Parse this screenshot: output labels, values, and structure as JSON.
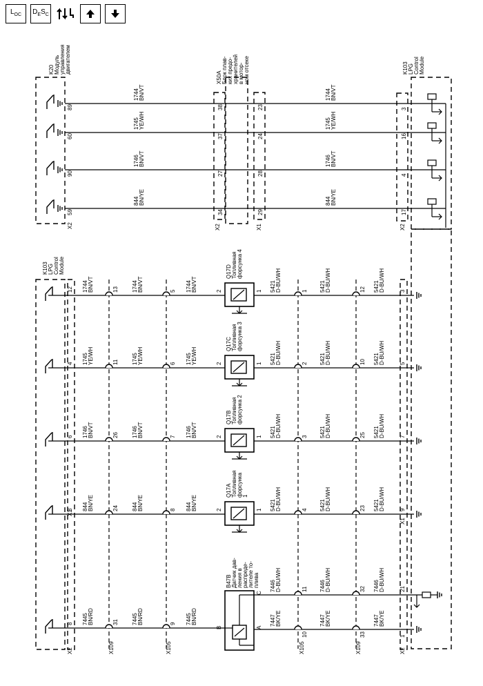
{
  "toolbar": {
    "loc_main": "L",
    "loc_sub": "OC",
    "desc_main": "D",
    "desc_sub_e": "E",
    "desc_s": "S",
    "desc_sub_c": "C"
  },
  "top": {
    "ecm": {
      "id": "K20",
      "lines": [
        "Модуль",
        "управления",
        "двигателем"
      ]
    },
    "fuse": {
      "id": "X50A",
      "lines": [
        "Блок плав-",
        "ких предо-",
        "хранителей",
        "в мотор-",
        "ном отсеке"
      ]
    },
    "lpg": {
      "id": "K103",
      "lines": [
        "LPG",
        "Control",
        "Module"
      ]
    },
    "connectors": {
      "left": "X2",
      "mid_a": "X2",
      "mid_b": "X1",
      "right": "X2"
    },
    "circuits": [
      {
        "pin_ecm": "89",
        "pin_fa": "38",
        "pin_fb": "23",
        "pin_lpg": "3",
        "num": "1744",
        "color": "BN/VT"
      },
      {
        "pin_ecm": "60",
        "pin_fa": "37",
        "pin_fb": "24",
        "pin_lpg": "16",
        "num": "1745",
        "color": "YE/WH"
      },
      {
        "pin_ecm": "90",
        "pin_fa": "27",
        "pin_fb": "28",
        "pin_lpg": "4",
        "num": "1746",
        "color": "BN/VT"
      },
      {
        "pin_ecm": "59",
        "pin_fa": "34",
        "pin_fb": "29",
        "pin_lpg": "17",
        "num": "844",
        "color": "BN/YE"
      }
    ]
  },
  "bottom": {
    "lpg": {
      "id": "K103",
      "lines": [
        "LPG",
        "Control",
        "Module"
      ]
    },
    "row_connectors": {
      "x109": "X109",
      "x105": "X105"
    },
    "x_labels": {
      "x1": "X1",
      "x2": "X2"
    },
    "sensor": {
      "id": "B47B",
      "lines": [
        "Датчик дав-",
        "ления в",
        "распреде-",
        "лителе то-",
        "плива"
      ],
      "pins": {
        "b": "B",
        "a": "A",
        "c": "C"
      }
    },
    "ground_wire": {
      "num": "5421",
      "color": "D-BU/WH"
    },
    "injectors": [
      {
        "id": "Q17D",
        "lines": [
          "Топливная",
          "форсунка 4"
        ],
        "pin_lpg": "12",
        "pin_x109": "13",
        "pin_x105": "5",
        "num": "1744",
        "color": "BN/VT",
        "pin2": "2",
        "pin1": "1",
        "gpin_x105": "1",
        "gpin_x109": "12",
        "gpin_lpg": "3"
      },
      {
        "id": "Q17C",
        "lines": [
          "Топливная",
          "форсунка 3"
        ],
        "pin_lpg": "4",
        "pin_x109": "11",
        "pin_x105": "6",
        "num": "1745",
        "color": "YE/WH",
        "pin2": "2",
        "pin1": "1",
        "gpin_x105": "2",
        "gpin_x109": "10",
        "gpin_lpg": "5"
      },
      {
        "id": "Q17B",
        "lines": [
          "Топливная",
          "форсунка 2"
        ],
        "pin_lpg": "6",
        "pin_x109": "26",
        "pin_x105": "7",
        "num": "1746",
        "color": "BN/VT",
        "pin2": "2",
        "pin1": "1",
        "gpin_x105": "3",
        "gpin_x109": "25",
        "gpin_lpg": "7"
      },
      {
        "id": "Q17A",
        "lines": [
          "Топливная",
          "форсунка",
          "1"
        ],
        "pin_lpg": "8",
        "pin_x109": "24",
        "pin_x105": "8",
        "num": "844",
        "color": "BN/YE",
        "pin2": "2",
        "pin1": "1",
        "gpin_x105": "4",
        "gpin_x109": "23",
        "gpin_lpg": "9"
      }
    ],
    "sensor_wires": {
      "b_line": {
        "pin_lpg": "8",
        "pin_x109": "31",
        "pin_x105": "9",
        "num": "7445",
        "color": "BN/RD"
      },
      "c_line": {
        "pin_x105": "11",
        "pin_x109": "32",
        "pin_lpg": "21",
        "num": "7446",
        "color": "D-BU/WH"
      },
      "a_line": {
        "pin_x105": "10",
        "pin_x109": "33",
        "pin_lpg": "1",
        "num": "7447",
        "color": "BK/YE"
      }
    }
  }
}
